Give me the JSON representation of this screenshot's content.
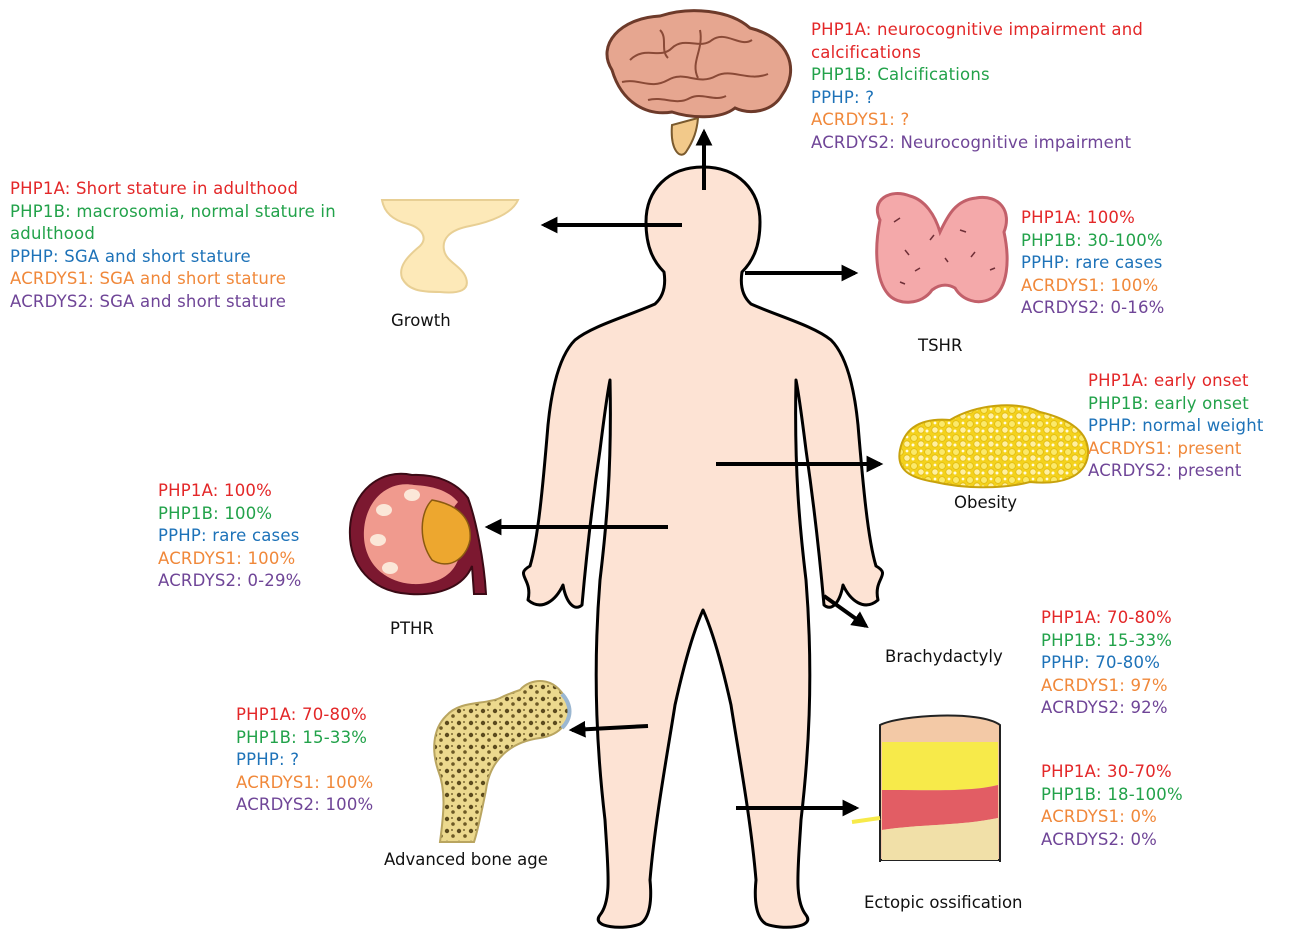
{
  "features": {
    "brain": {
      "lines": [
        {
          "text": "PHP1A: neurocognitive impairment and",
          "color": "red"
        },
        {
          "text": "calcifications",
          "color": "red"
        },
        {
          "text": "PHP1B: Calcifications",
          "color": "green"
        },
        {
          "text": "PPHP: ?",
          "color": "blue"
        },
        {
          "text": "ACRDYS1: ?",
          "color": "orange"
        },
        {
          "text": "ACRDYS2: Neurocognitive impairment",
          "color": "purple"
        }
      ]
    },
    "growth": {
      "label": "Growth",
      "lines": [
        {
          "text": "PHP1A: Short stature in adulthood",
          "color": "red"
        },
        {
          "text": "PHP1B: macrosomia, normal stature in",
          "color": "green"
        },
        {
          "text": "adulthood",
          "color": "green"
        },
        {
          "text": "PPHP: SGA and short stature",
          "color": "blue"
        },
        {
          "text": "ACRDYS1: SGA and short stature",
          "color": "orange"
        },
        {
          "text": "ACRDYS2: SGA and short stature",
          "color": "purple"
        }
      ]
    },
    "tshr": {
      "label": "TSHR",
      "lines": [
        {
          "text": "PHP1A: 100%",
          "color": "red"
        },
        {
          "text": "PHP1B: 30-100%",
          "color": "green"
        },
        {
          "text": "PPHP: rare cases",
          "color": "blue"
        },
        {
          "text": "ACRDYS1: 100%",
          "color": "orange"
        },
        {
          "text": "ACRDYS2: 0-16%",
          "color": "purple"
        }
      ]
    },
    "obesity": {
      "label": "Obesity",
      "lines": [
        {
          "text": "PHP1A: early onset",
          "color": "red"
        },
        {
          "text": "PHP1B: early onset",
          "color": "green"
        },
        {
          "text": "PPHP: normal weight",
          "color": "blue"
        },
        {
          "text": "ACRDYS1: present",
          "color": "orange"
        },
        {
          "text": "ACRDYS2: present",
          "color": "purple"
        }
      ]
    },
    "pthr": {
      "label": "PTHR",
      "lines": [
        {
          "text": "PHP1A: 100%",
          "color": "red"
        },
        {
          "text": "PHP1B: 100%",
          "color": "green"
        },
        {
          "text": "PPHP: rare cases",
          "color": "blue"
        },
        {
          "text": "ACRDYS1: 100%",
          "color": "orange"
        },
        {
          "text": "ACRDYS2: 0-29%",
          "color": "purple"
        }
      ]
    },
    "brachydactyly": {
      "label": "Brachydactyly",
      "lines": [
        {
          "text": "PHP1A: 70-80%",
          "color": "red"
        },
        {
          "text": "PHP1B: 15-33%",
          "color": "green"
        },
        {
          "text": "PPHP: 70-80%",
          "color": "blue"
        },
        {
          "text": "ACRDYS1: 97%",
          "color": "orange"
        },
        {
          "text": "ACRDYS2: 92%",
          "color": "purple"
        }
      ]
    },
    "bone_age": {
      "label": "Advanced bone age",
      "lines": [
        {
          "text": "PHP1A: 70-80%",
          "color": "red"
        },
        {
          "text": "PHP1B: 15-33%",
          "color": "green"
        },
        {
          "text": "PPHP: ?",
          "color": "blue"
        },
        {
          "text": "ACRDYS1: 100%",
          "color": "orange"
        },
        {
          "text": "ACRDYS2: 100%",
          "color": "purple"
        }
      ]
    },
    "ossification": {
      "label": "Ectopic ossification",
      "lines": [
        {
          "text": "PHP1A: 30-70%",
          "color": "red"
        },
        {
          "text": "PHP1B: 18-100%",
          "color": "green"
        },
        {
          "text": "ACRDYS1: 0%",
          "color": "orange"
        },
        {
          "text": "ACRDYS2: 0%",
          "color": "purple"
        }
      ]
    }
  },
  "colors": {
    "red": "#e32728",
    "green": "#22a24a",
    "blue": "#1d72b8",
    "orange": "#f0883a",
    "purple": "#6f4597",
    "body_skin": "#fde3d4"
  },
  "icons": [
    "brain-icon",
    "pituitary-icon",
    "thyroid-icon",
    "adipose-tissue-icon",
    "kidney-icon",
    "femur-bone-icon",
    "skin-layers-icon",
    "human-body-silhouette"
  ]
}
